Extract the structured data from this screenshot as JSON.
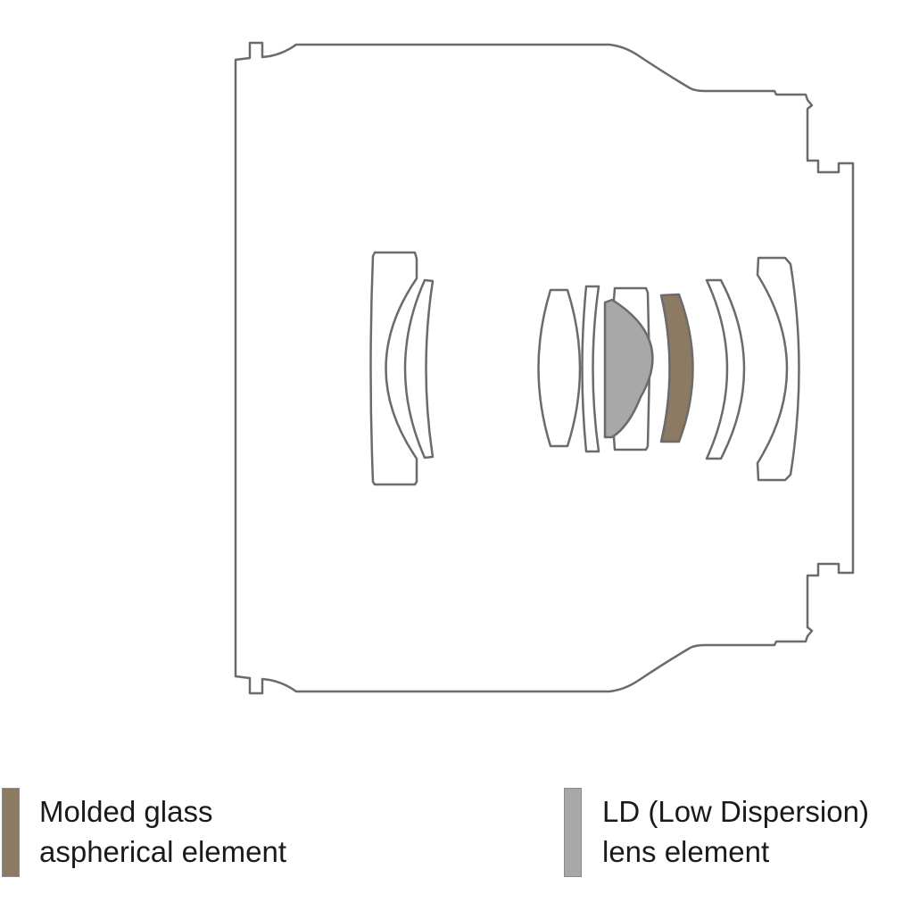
{
  "colors": {
    "outline": "#6b6b6b",
    "aspherical": "#8c7a62",
    "ld": "#a8a8a8"
  },
  "legend": [
    {
      "line1": "Molded glass",
      "line2": "aspherical element",
      "color": "#8c7a62"
    },
    {
      "line1": "LD (Low Dispersion)",
      "line2": "lens element",
      "color": "#a8a8a8"
    }
  ]
}
